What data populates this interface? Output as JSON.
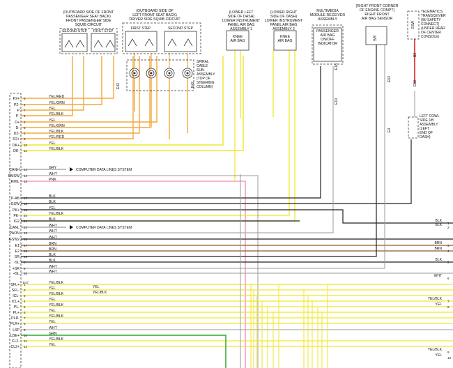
{
  "components": {
    "seat_squib": [
      "(OUTBOARD SIDE OF FRONT",
      "PASSENGER SEAT BACK)",
      "FRONT PASSENGER SIDE",
      "SQUIB CIRCUIT"
    ],
    "driver_squib": [
      "(OUTBOARD SIDE OF",
      "LEFT FRONT SEAT BACK)",
      "DRIVER SIDE SQUIB CIRCUIT"
    ],
    "knee1": [
      "(LOWER LEFT",
      "SIDE OF DASH)",
      "LOWER INSTRUMENT",
      "PANEL AIR BAG",
      "ASSEMBLY 1"
    ],
    "knee2": [
      "(LOWER RIGHT",
      "SIDE OF DASH)",
      "LOWER INSTRUMENT",
      "PANEL AIR BAG",
      "ASSEMBLY 2"
    ],
    "multimedia": [
      "MULTIMEDIA",
      "MODULE RECEIVER",
      "ASSEMBLY"
    ],
    "indicator": [
      "PASSENGER",
      "AIR BAG",
      "ON/OFF",
      "INDICATOR"
    ],
    "sensor": [
      "(RIGHT FRONT CORNER",
      "OF ENGINE COMPT)",
      "RIGHT FRONT",
      "AIR BAG SENSOR"
    ],
    "telematics": [
      "TELEMATICS",
      "TRANSCEIVER",
      "(W/ SAFETY",
      "CONNECT)",
      "(UNDER REAR",
      "OF CENTER",
      "CONSOLE)"
    ],
    "spiral": [
      "SPIRAL",
      "CABLE",
      "SUB-",
      "ASSEMBLY",
      "(TOP OF",
      "STEERING",
      "COLUMN)"
    ],
    "cowl": [
      "LEFT COWL",
      "SIDE J/B",
      "ASSEMBLY",
      "(LEFT",
      "END OF",
      "DASH)"
    ]
  },
  "step_labels": {
    "second": "SECOND STEP",
    "first": "FIRST STEP"
  },
  "knee_label": [
    "KNEE",
    "AIR BAG"
  ],
  "sr_label": "SR",
  "gsw_label": "GSW",
  "conn_labels": {
    "e43": "E43",
    "e42": "E42",
    "e16": "E16",
    "e19": "E19",
    "e63": "E63",
    "e4": "E4",
    "b2": "B2",
    "e53": "E53",
    "e47": "E47",
    "e20": "E20",
    "e47b": "E47"
  },
  "module_pins": [
    {
      "pin": "P2+",
      "num": "5",
      "color": "YEL/RED"
    },
    {
      "pin": "P2-",
      "num": "4",
      "color": "YEL/GRN"
    },
    {
      "pin": "P",
      "num": "7",
      "color": "YEL"
    },
    {
      "pin": "P-",
      "num": "6",
      "color": "YEL/BLK"
    },
    {
      "pin": "D+",
      "num": "4",
      "color": "YEL"
    },
    {
      "pin": "D-",
      "num": "5",
      "color": "YEL/GRN"
    },
    {
      "pin": "D2-",
      "num": "2",
      "color": "YEL/BLK"
    },
    {
      "pin": "D2+",
      "num": "3",
      "color": "YEL/RED"
    },
    {
      "pin": "DK+",
      "num": "10",
      "color": "YEL"
    },
    {
      "pin": "DK-",
      "num": "11",
      "color": "YEL/BLK"
    },
    {
      "pin": "CANH",
      "num": "13",
      "color": "GRY"
    },
    {
      "pin": "RMSW",
      "num": "14",
      "color": "WHT"
    },
    {
      "pin": "RMIL",
      "num": "15",
      "color": "PNK"
    },
    {
      "pin": "P-AB",
      "num": "17",
      "color": "BLK"
    },
    {
      "pin": "GSW",
      "num": "18",
      "color": "BLK"
    },
    {
      "pin": "PK+",
      "num": "19",
      "color": "YEL"
    },
    {
      "pin": "PK-",
      "num": "20",
      "color": "YEL/BLK"
    },
    {
      "pin": "IG2",
      "num": "21",
      "color": "BLK"
    },
    {
      "pin": "CANL",
      "num": "22",
      "color": "WHT"
    },
    {
      "pin": "PAON",
      "num": "23",
      "color": "WHT"
    },
    {
      "pin": "GSW2",
      "num": "26",
      "color": "WHT"
    },
    {
      "pin": "E1",
      "num": "27",
      "color": "BRN"
    },
    {
      "pin": "E2",
      "num": "28",
      "color": "BRN"
    },
    {
      "pin": "SR",
      "num": "29",
      "color": "BLK"
    },
    {
      "pin": "-SL",
      "num": "8",
      "color": "BLK"
    },
    {
      "pin": "+SR",
      "num": "9",
      "color": "WHT"
    },
    {
      "pin": "+SL",
      "num": "30",
      "color": "WHT"
    },
    {
      "pin": "SFL+",
      "num": "1",
      "color": "YEL/BLK"
    },
    {
      "pin": "SFL-",
      "num": "2",
      "color": "YEL"
    },
    {
      "pin": "ICL-",
      "num": "3",
      "color": "YEL/BLK"
    },
    {
      "pin": "ICL+",
      "num": "4",
      "color": "YEL"
    },
    {
      "pin": "PL-",
      "num": "5",
      "color": "YEL/BLK"
    },
    {
      "pin": "PL+",
      "num": "6",
      "color": "YEL"
    },
    {
      "pin": "PLR-",
      "num": "7",
      "color": "YEL/BLK"
    },
    {
      "pin": "PLR+",
      "num": "8",
      "color": "YEL"
    },
    {
      "pin": "LSP",
      "num": "9",
      "color": "WHT"
    },
    {
      "pin": "LBE+",
      "num": "10",
      "color": "GRN"
    },
    {
      "pin": "CL2-",
      "num": "11",
      "color": "YEL/BLK"
    },
    {
      "pin": "CL2+",
      "num": "12",
      "color": "YEL"
    }
  ],
  "data_line_label": "COMPUTER DATA LINES SYSTEM",
  "right_labels": [
    {
      "color": "BLK",
      "num": "1"
    },
    {
      "color": "BLK",
      "num": "2"
    },
    {
      "color": "BRN",
      "num": "3"
    },
    {
      "color": "BRN",
      "num": "4"
    },
    {
      "color": "BLK",
      "num": "5"
    },
    {
      "color": "WHT",
      "num": "6"
    },
    {
      "color": "YEL/BLK",
      "num": "7"
    },
    {
      "color": "YEL",
      "num": "8"
    },
    {
      "color": "YEL/BLK",
      "num": "9"
    },
    {
      "color": "YEL",
      "num": "10"
    }
  ],
  "splice_labels": {
    "yel": "YEL",
    "yelblk": "YEL/BLK"
  },
  "wire_colors": {
    "yellow": "#f0e62a",
    "orange": "#f2a93b",
    "pink": "#f08ab4",
    "green": "#2fa82f",
    "black": "#222222",
    "gray": "#999999",
    "red": "#e02020",
    "brown": "#8a5a2a"
  }
}
